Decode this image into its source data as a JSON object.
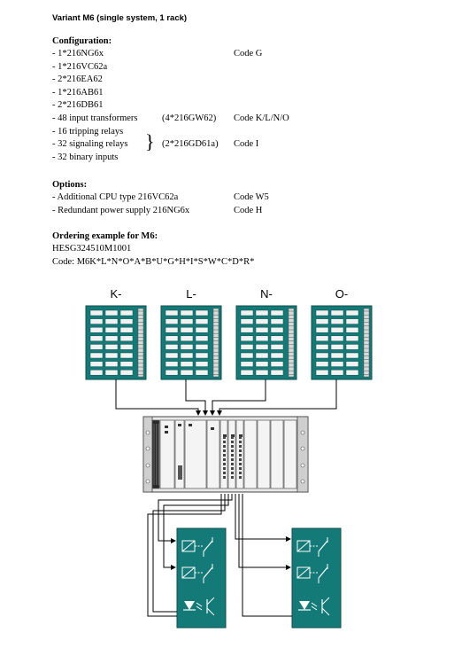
{
  "title": "Variant M6  (single system, 1 rack)",
  "configuration": {
    "heading": "Configuration:",
    "items": [
      {
        "text": "- 1*216NG6x",
        "group": "",
        "code": "Code G"
      },
      {
        "text": "- 1*216VC62a",
        "group": "",
        "code": ""
      },
      {
        "text": "- 2*216EA62",
        "group": "",
        "code": ""
      },
      {
        "text": "- 1*216AB61",
        "group": "",
        "code": ""
      },
      {
        "text": "- 2*216DB61",
        "group": "",
        "code": ""
      },
      {
        "text": "- 48 input transformers",
        "group": "(4*216GW62)",
        "code": "Code K/L/N/O"
      },
      {
        "text": "- 16 tripping relays",
        "group": "",
        "code": ""
      },
      {
        "text": "- 32 signaling relays",
        "group": "(2*216GD61a)",
        "code": "Code I"
      },
      {
        "text": "- 32 binary inputs",
        "group": "",
        "code": ""
      }
    ]
  },
  "options": {
    "heading": "Options:",
    "items": [
      {
        "text": "- Additional CPU type 216VC62a",
        "code": "Code W5"
      },
      {
        "text": "- Redundant power supply 216NG6x",
        "code": "Code H"
      }
    ]
  },
  "ordering": {
    "heading": "Ordering example for M6:",
    "part_number": "HESG324510M1001",
    "code_line": "Code: M6K*L*N*O*A*B*U*G*H*I*S*W*C*D*R*"
  },
  "diagram": {
    "transformer_labels": [
      "K-",
      "L-",
      "N-",
      "O-"
    ],
    "colors": {
      "teal": "#147a78",
      "rack": "#e8e8e8",
      "line": "#000000"
    }
  }
}
